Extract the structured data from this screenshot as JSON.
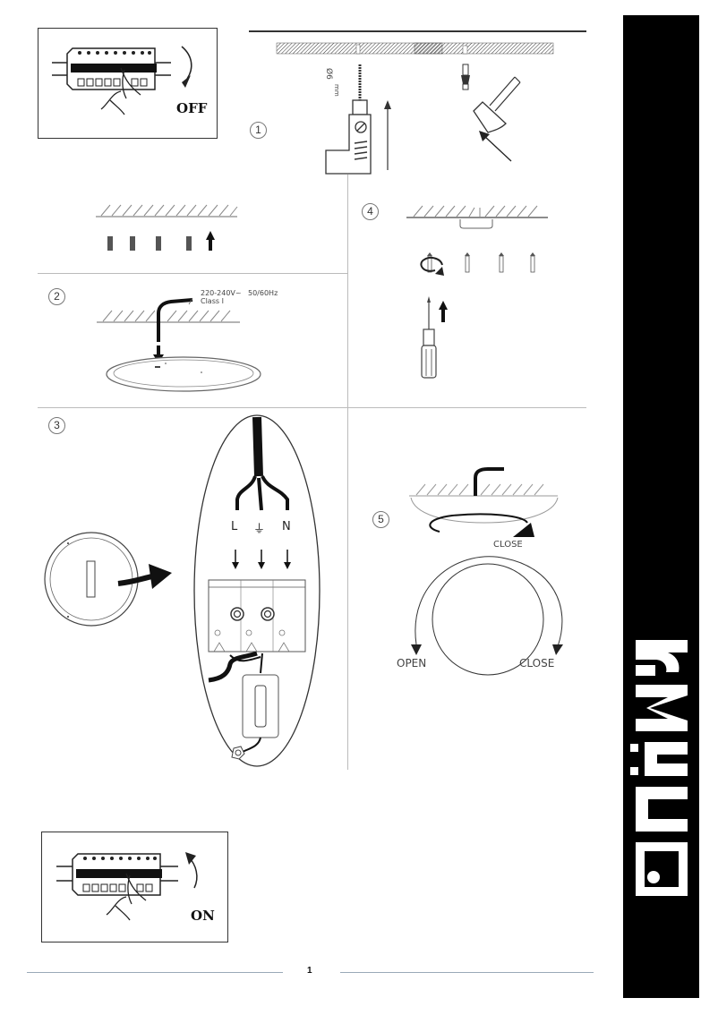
{
  "document": {
    "page_number": "1",
    "brand": {
      "name": "nave",
      "orientation": "vertical",
      "background": "#000000",
      "foreground": "#ffffff"
    }
  },
  "panels": {
    "switch_off": {
      "label": "OFF",
      "icon": "circuit-breaker-icon",
      "arrow": "clockwise-down"
    },
    "step1": {
      "number": "1",
      "drill_label": "Ø6",
      "drill_unit": "mm"
    },
    "step1b": {
      "description": "wall plugs inserted"
    },
    "step2": {
      "number": "2",
      "voltage": "220-240V~",
      "frequency": "50/60Hz",
      "class": "Class I"
    },
    "step3": {
      "number": "3",
      "terminals": [
        "L",
        "⏚",
        "N"
      ]
    },
    "step4": {
      "number": "4"
    },
    "step5": {
      "number": "5",
      "close_top": "CLOSE",
      "open": "OPEN",
      "close_bottom": "CLOSE"
    },
    "switch_on": {
      "label": "ON",
      "icon": "circuit-breaker-icon",
      "arrow": "counterclockwise-up"
    }
  },
  "colors": {
    "line": "#333333",
    "divider": "#bbbbbb",
    "footer_line": "#9aa9b8"
  }
}
